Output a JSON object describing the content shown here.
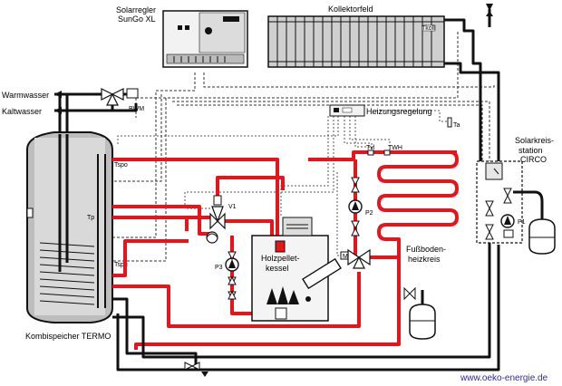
{
  "labels": {
    "controller": [
      "Solarregler",
      "SunGo XL"
    ],
    "collector": "Kollektorfeld",
    "collector_sensor": "Tkoll",
    "hot_water": "Warmwasser",
    "cold_water": "Kaltwasser",
    "mixer": "BWM",
    "heating_control": "Heizungsregelung",
    "outdoor_sensor": "Ta",
    "sensor_tvl": "Tvl",
    "sensor_twh": "TWH",
    "sensor_tspo": "Tspo",
    "sensor_tp": "Tp",
    "sensor_tspu": "Tspu",
    "valve_v1": "V1",
    "pump_p3": "P3",
    "pump_p2": "P2",
    "pump_p1": "P1",
    "mixer_m": "M",
    "boiler": [
      "Holzpellet-",
      "kessel"
    ],
    "floor_heating": [
      "Fußboden-",
      "heizkreis"
    ],
    "solar_station": [
      "Solarkreis-",
      "station",
      "CIRCO"
    ],
    "storage": "Kombispeicher TERMO",
    "url": "www.oeko-energie.de"
  },
  "colors": {
    "hot_line": "#e8141c",
    "cold_line": "#111111",
    "collector_fill": "#cfcfcf",
    "url": "#2a2aa8"
  }
}
